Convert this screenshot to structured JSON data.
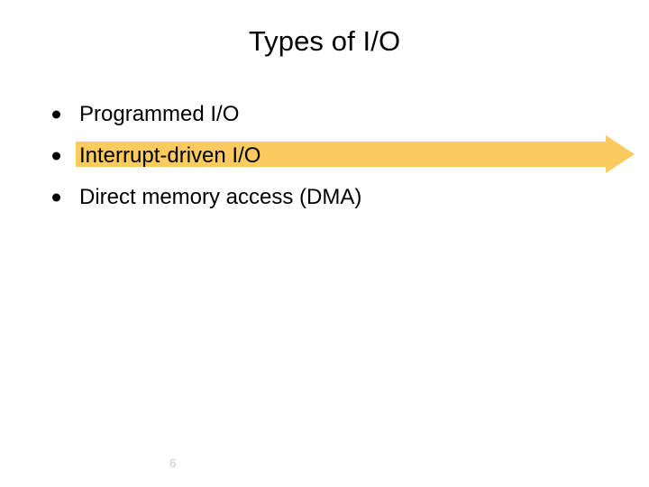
{
  "slide": {
    "title": "Types of I/O",
    "page_number": "6",
    "background_color": "#ffffff",
    "text_color": "#000000",
    "page_number_color": "#c9c9c9"
  },
  "bullets": [
    {
      "label": "Programmed I/O",
      "highlighted": false
    },
    {
      "label": "Interrupt-driven I/O",
      "highlighted": true
    },
    {
      "label": "Direct memory access (DMA)",
      "highlighted": false
    }
  ],
  "callout": {
    "icon": "right-arrow-icon",
    "color": "#fccb60",
    "target_bullet": "Interrupt-driven I/O"
  }
}
